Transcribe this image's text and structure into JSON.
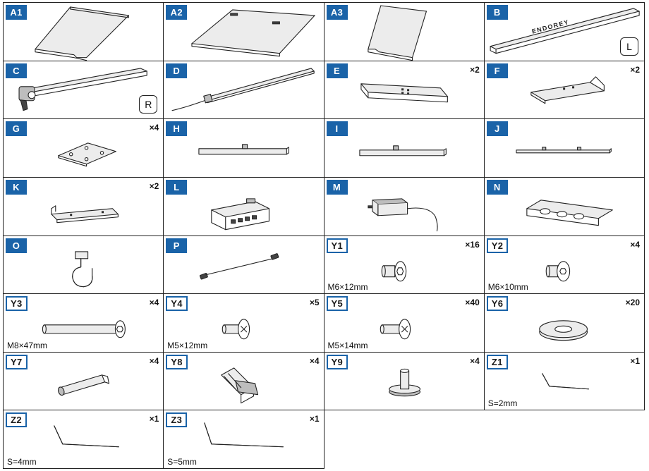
{
  "parts": [
    {
      "id": "A1",
      "qty": "",
      "spec": "",
      "side": "",
      "label_style": "solid",
      "icon": "desktop-panel-left-icon"
    },
    {
      "id": "A2",
      "qty": "",
      "spec": "",
      "side": "",
      "label_style": "solid",
      "icon": "desktop-panel-middle-icon"
    },
    {
      "id": "A3",
      "qty": "",
      "spec": "",
      "side": "",
      "label_style": "solid",
      "icon": "desktop-panel-right-icon"
    },
    {
      "id": "B",
      "qty": "",
      "spec": "",
      "side": "L",
      "label_style": "solid",
      "icon": "left-beam-icon",
      "engraving": "ENDOREY"
    },
    {
      "id": "C",
      "qty": "",
      "spec": "",
      "side": "R",
      "label_style": "solid",
      "icon": "right-beam-with-motor-icon"
    },
    {
      "id": "D",
      "qty": "",
      "spec": "",
      "side": "",
      "label_style": "solid",
      "icon": "crossbar-with-cable-icon"
    },
    {
      "id": "E",
      "qty": "×2",
      "spec": "",
      "side": "",
      "label_style": "solid",
      "icon": "foot-icon"
    },
    {
      "id": "F",
      "qty": "×2",
      "spec": "",
      "side": "",
      "label_style": "solid",
      "icon": "side-bracket-icon"
    },
    {
      "id": "G",
      "qty": "×4",
      "spec": "",
      "side": "",
      "label_style": "solid",
      "icon": "mounting-plate-icon"
    },
    {
      "id": "H",
      "qty": "",
      "spec": "",
      "side": "",
      "label_style": "solid",
      "icon": "channel-bar-h-icon"
    },
    {
      "id": "I",
      "qty": "",
      "spec": "",
      "side": "",
      "label_style": "solid",
      "icon": "channel-bar-i-icon"
    },
    {
      "id": "J",
      "qty": "",
      "spec": "",
      "side": "",
      "label_style": "solid",
      "icon": "channel-bar-j-icon"
    },
    {
      "id": "K",
      "qty": "×2",
      "spec": "",
      "side": "",
      "label_style": "solid",
      "icon": "angle-bracket-icon"
    },
    {
      "id": "L",
      "qty": "",
      "spec": "",
      "side": "",
      "label_style": "solid",
      "icon": "control-box-icon"
    },
    {
      "id": "M",
      "qty": "",
      "spec": "",
      "side": "",
      "label_style": "solid",
      "icon": "power-adapter-icon"
    },
    {
      "id": "N",
      "qty": "",
      "spec": "",
      "side": "",
      "label_style": "solid",
      "icon": "cable-tray-icon"
    },
    {
      "id": "O",
      "qty": "",
      "spec": "",
      "side": "",
      "label_style": "solid",
      "icon": "cable-hook-icon"
    },
    {
      "id": "P",
      "qty": "",
      "spec": "",
      "side": "",
      "label_style": "solid",
      "icon": "connection-cable-icon"
    },
    {
      "id": "Y1",
      "qty": "×16",
      "spec": "M6×12mm",
      "side": "",
      "label_style": "outline",
      "icon": "hex-bolt-icon"
    },
    {
      "id": "Y2",
      "qty": "×4",
      "spec": "M6×10mm",
      "side": "",
      "label_style": "outline",
      "icon": "countersunk-bolt-icon"
    },
    {
      "id": "Y3",
      "qty": "×4",
      "spec": "M8×47mm",
      "side": "",
      "label_style": "outline",
      "icon": "long-bolt-icon"
    },
    {
      "id": "Y4",
      "qty": "×5",
      "spec": "M5×12mm",
      "side": "",
      "label_style": "outline",
      "icon": "phillips-screw-icon"
    },
    {
      "id": "Y5",
      "qty": "×40",
      "spec": "M5×14mm",
      "side": "",
      "label_style": "outline",
      "icon": "phillips-screw-long-icon"
    },
    {
      "id": "Y6",
      "qty": "×20",
      "spec": "",
      "side": "",
      "label_style": "outline",
      "icon": "washer-icon"
    },
    {
      "id": "Y7",
      "qty": "×4",
      "spec": "",
      "side": "",
      "label_style": "outline",
      "icon": "anchor-sleeve-icon"
    },
    {
      "id": "Y8",
      "qty": "×4",
      "spec": "",
      "side": "",
      "label_style": "outline",
      "icon": "cable-clip-icon"
    },
    {
      "id": "Y9",
      "qty": "×4",
      "spec": "",
      "side": "",
      "label_style": "outline",
      "icon": "leveling-foot-icon"
    },
    {
      "id": "Z1",
      "qty": "×1",
      "spec": "S=2mm",
      "side": "",
      "label_style": "outline",
      "icon": "hex-key-small-icon"
    },
    {
      "id": "Z2",
      "qty": "×1",
      "spec": "S=4mm",
      "side": "",
      "label_style": "outline",
      "icon": "hex-key-medium-icon"
    },
    {
      "id": "Z3",
      "qty": "×1",
      "spec": "S=5mm",
      "side": "",
      "label_style": "outline",
      "icon": "hex-key-large-icon"
    }
  ],
  "colors": {
    "label_blue": "#1a63a8",
    "line": "#222222"
  }
}
